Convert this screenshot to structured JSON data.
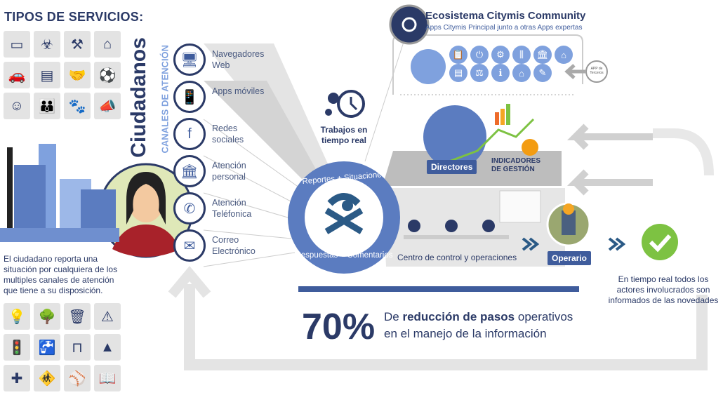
{
  "services": {
    "title": "TIPOS DE SERVICIOS:",
    "top_icons": [
      "license-plate",
      "biohazard",
      "tools",
      "house",
      "car",
      "id-card",
      "handshake",
      "sports-balls",
      "theater-masks",
      "people",
      "paw",
      "megaphone",
      "zoom-in",
      "compass",
      "recycle",
      "police-badge"
    ],
    "bottom_icons": [
      "lightbulb",
      "tree",
      "trash",
      "road-work",
      "traffic-light",
      "faucet",
      "bench",
      "cone",
      "cross",
      "child",
      "balls",
      "book"
    ]
  },
  "citizens": {
    "title": "Ciudadanos",
    "subtitle": "CANALES DE ATENCIÓN",
    "caption": "El ciudadano reporta una situación por cualquiera de los multiples canales de atención que tiene a su disposición.",
    "channels": [
      {
        "icon": "monitor",
        "label": "Navegadores Web"
      },
      {
        "icon": "smartphone",
        "label": "Apps móviles"
      },
      {
        "icon": "facebook-twitter",
        "label": "Redes sociales"
      },
      {
        "icon": "building",
        "label": "Atención personal"
      },
      {
        "icon": "phone",
        "label": "Atención Teléfonica"
      },
      {
        "icon": "envelope",
        "label": "Correo Electrónico"
      }
    ]
  },
  "center": {
    "realtime": "Trabajos en tiempo real",
    "top_arc": "Reportes + Situaciones",
    "bottom_arc": "Respuestas + Comentarios"
  },
  "ecosystem": {
    "title": "Ecosistema Citymis Community",
    "subtitle": "Apps Citymis Principal junto a otras Apps expertas",
    "third_party": "APP de Terceros"
  },
  "management": {
    "directors": "Directores",
    "indicators": "INDICADORES DE GESTIÓN",
    "control_center": "Centro de control y operaciones",
    "operator": "Operario"
  },
  "right_caption": "En tiempo real todos los actores involucrados son informados de las novedades",
  "stat": {
    "value": "70%",
    "line1_pre": "De ",
    "line1_bold": "reducción de pasos",
    "line1_post": " operativos",
    "line2": "en el manejo de la información"
  },
  "colors": {
    "navy": "#2b3a67",
    "blue": "#3f5c9c",
    "light_blue": "#7fa1de",
    "green": "#7dc242"
  }
}
